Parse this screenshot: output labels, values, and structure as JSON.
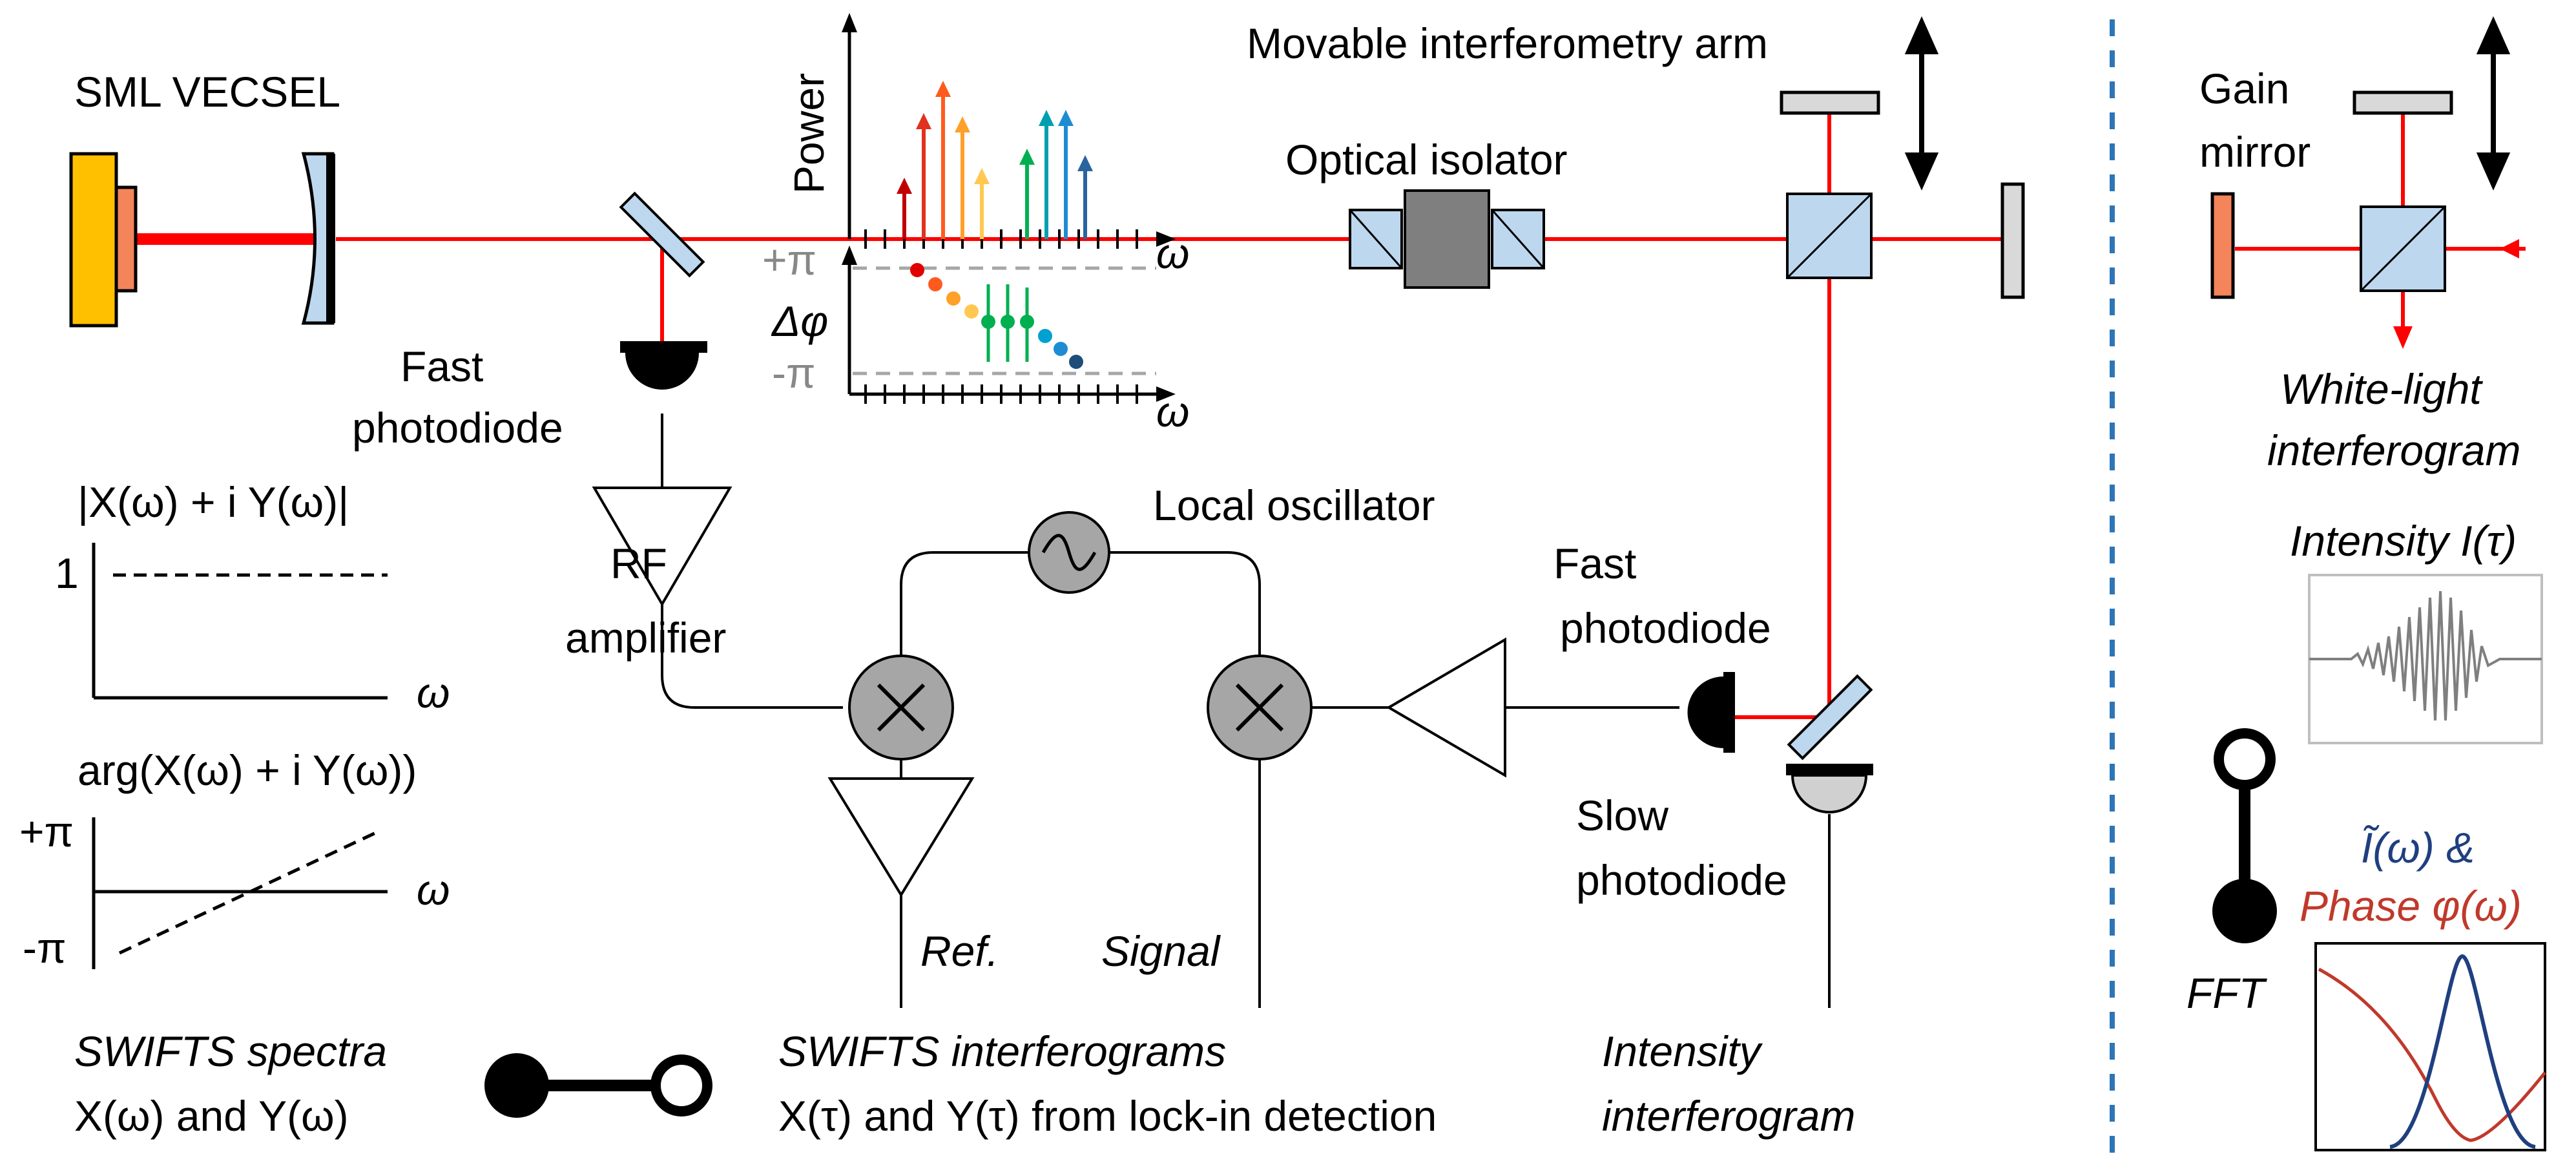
{
  "labels": {
    "sml_vecsel": "SML VECSEL",
    "movable_arm": "Movable interferometry arm",
    "optical_isolator": "Optical isolator",
    "fast_photodiode": [
      "Fast",
      "photodiode"
    ],
    "rf_amplifier": [
      "RF",
      "amplifier"
    ],
    "local_oscillator": "Local oscillator",
    "fast_photodiode_2": [
      "Fast",
      "photodiode"
    ],
    "slow_photodiode": [
      "Slow",
      "photodiode"
    ],
    "ref": "Ref.",
    "signal": "Signal",
    "swifts_interferograms": [
      "SWIFTS interferograms",
      "X(τ) and Y(τ) from lock-in detection"
    ],
    "intensity_interferogram": [
      "Intensity",
      "interferogram"
    ],
    "swifts_spectra": [
      "SWIFTS spectra",
      "X(ω) and Y(ω)"
    ],
    "gain_mirror": [
      "Gain",
      "mirror"
    ],
    "white_light": [
      "White-light",
      "interferogram"
    ],
    "intensity_I": "Intensity I(τ)",
    "fft": "FFT",
    "spectrum_label": "Ĩ(ω) &",
    "phase_label": "Phase φ(ω)"
  },
  "spectrum_inset": {
    "power_axis": "Power",
    "omega": "ω",
    "dphi_axis": "Δφ",
    "plus_pi": "+π",
    "minus_pi": "-π"
  },
  "amplitude_plot": {
    "title": "|X(ω) + i Y(ω)|",
    "y_tick": "1",
    "x_label": "ω"
  },
  "phase_plot": {
    "title": "arg(X(ω) + i Y(ω))",
    "plus_pi": "+π",
    "minus_pi": "-π",
    "x_label": "ω"
  },
  "colors": {
    "laser": "#ff0000",
    "gain_chip": "#ffc000",
    "gain_layer": "#f4845a",
    "optic_fill": "#bdd7ee",
    "mixer_fill": "#a6a6a6",
    "isolator_core": "#7f7f7f",
    "divider": "#2e75b6",
    "spectrum_blue": "#1f3f7f",
    "phase_red": "#c0392b"
  }
}
